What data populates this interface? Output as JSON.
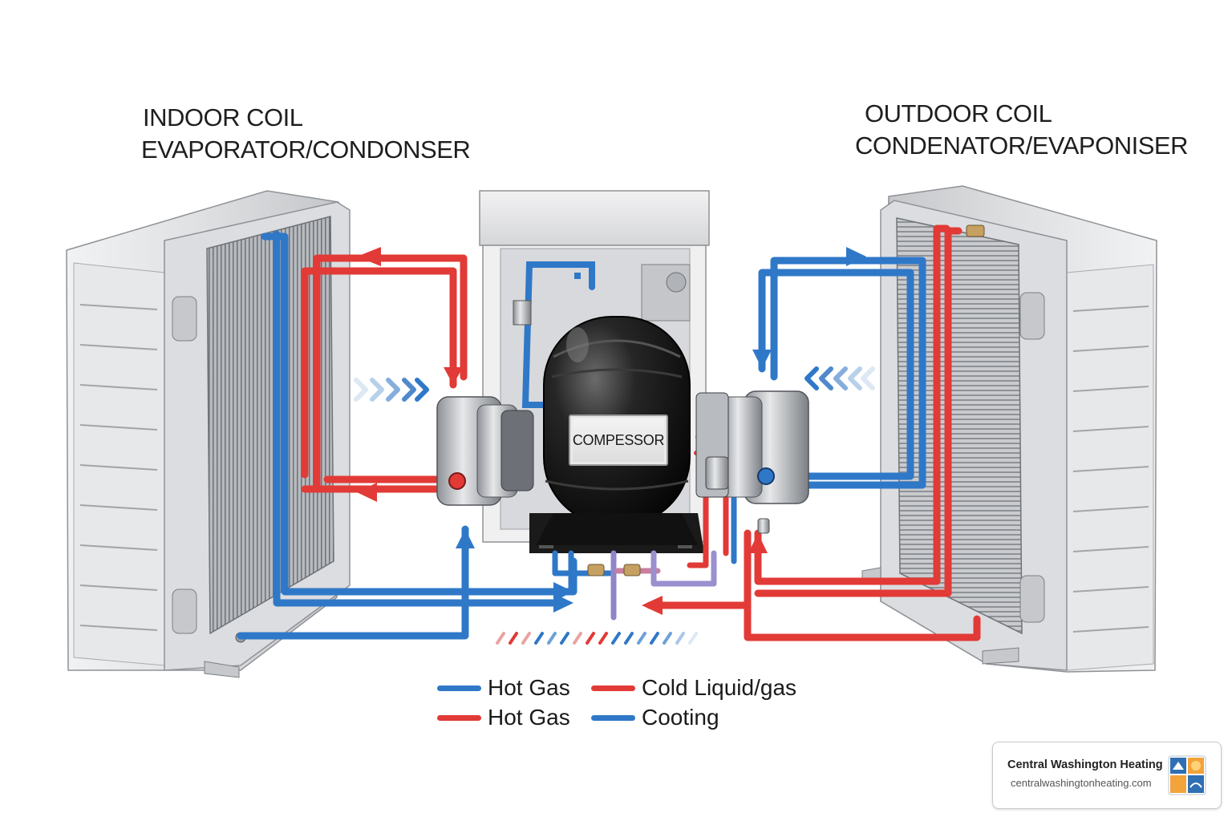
{
  "indoor_coil": {
    "title_line1": "INDOOR COIL",
    "title_line2": "EVAPORATOR/CONDONSER"
  },
  "outdoor_coil": {
    "title_line1": "OUTDOOR COIL",
    "title_line2": "CONDENATOR/EVAPONISER"
  },
  "compressor": {
    "label": "COMPESSOR"
  },
  "legend": [
    {
      "label": "Hot Gas",
      "color": "#2f78c8"
    },
    {
      "label": "Cold Liquid/gas",
      "color": "#e23a36"
    },
    {
      "label": "Hot Gas",
      "color": "#e23a36"
    },
    {
      "label": "Cooting",
      "color": "#2f78c8"
    }
  ],
  "watermark": {
    "name": "Central Washington Heating",
    "url": "centralwashingtonheating.com"
  },
  "colors": {
    "pipe_red": "#e23a36",
    "pipe_blue": "#2f78c8",
    "compressor_body": "#1a1a1a",
    "unit_casing": "#d9dadc"
  }
}
